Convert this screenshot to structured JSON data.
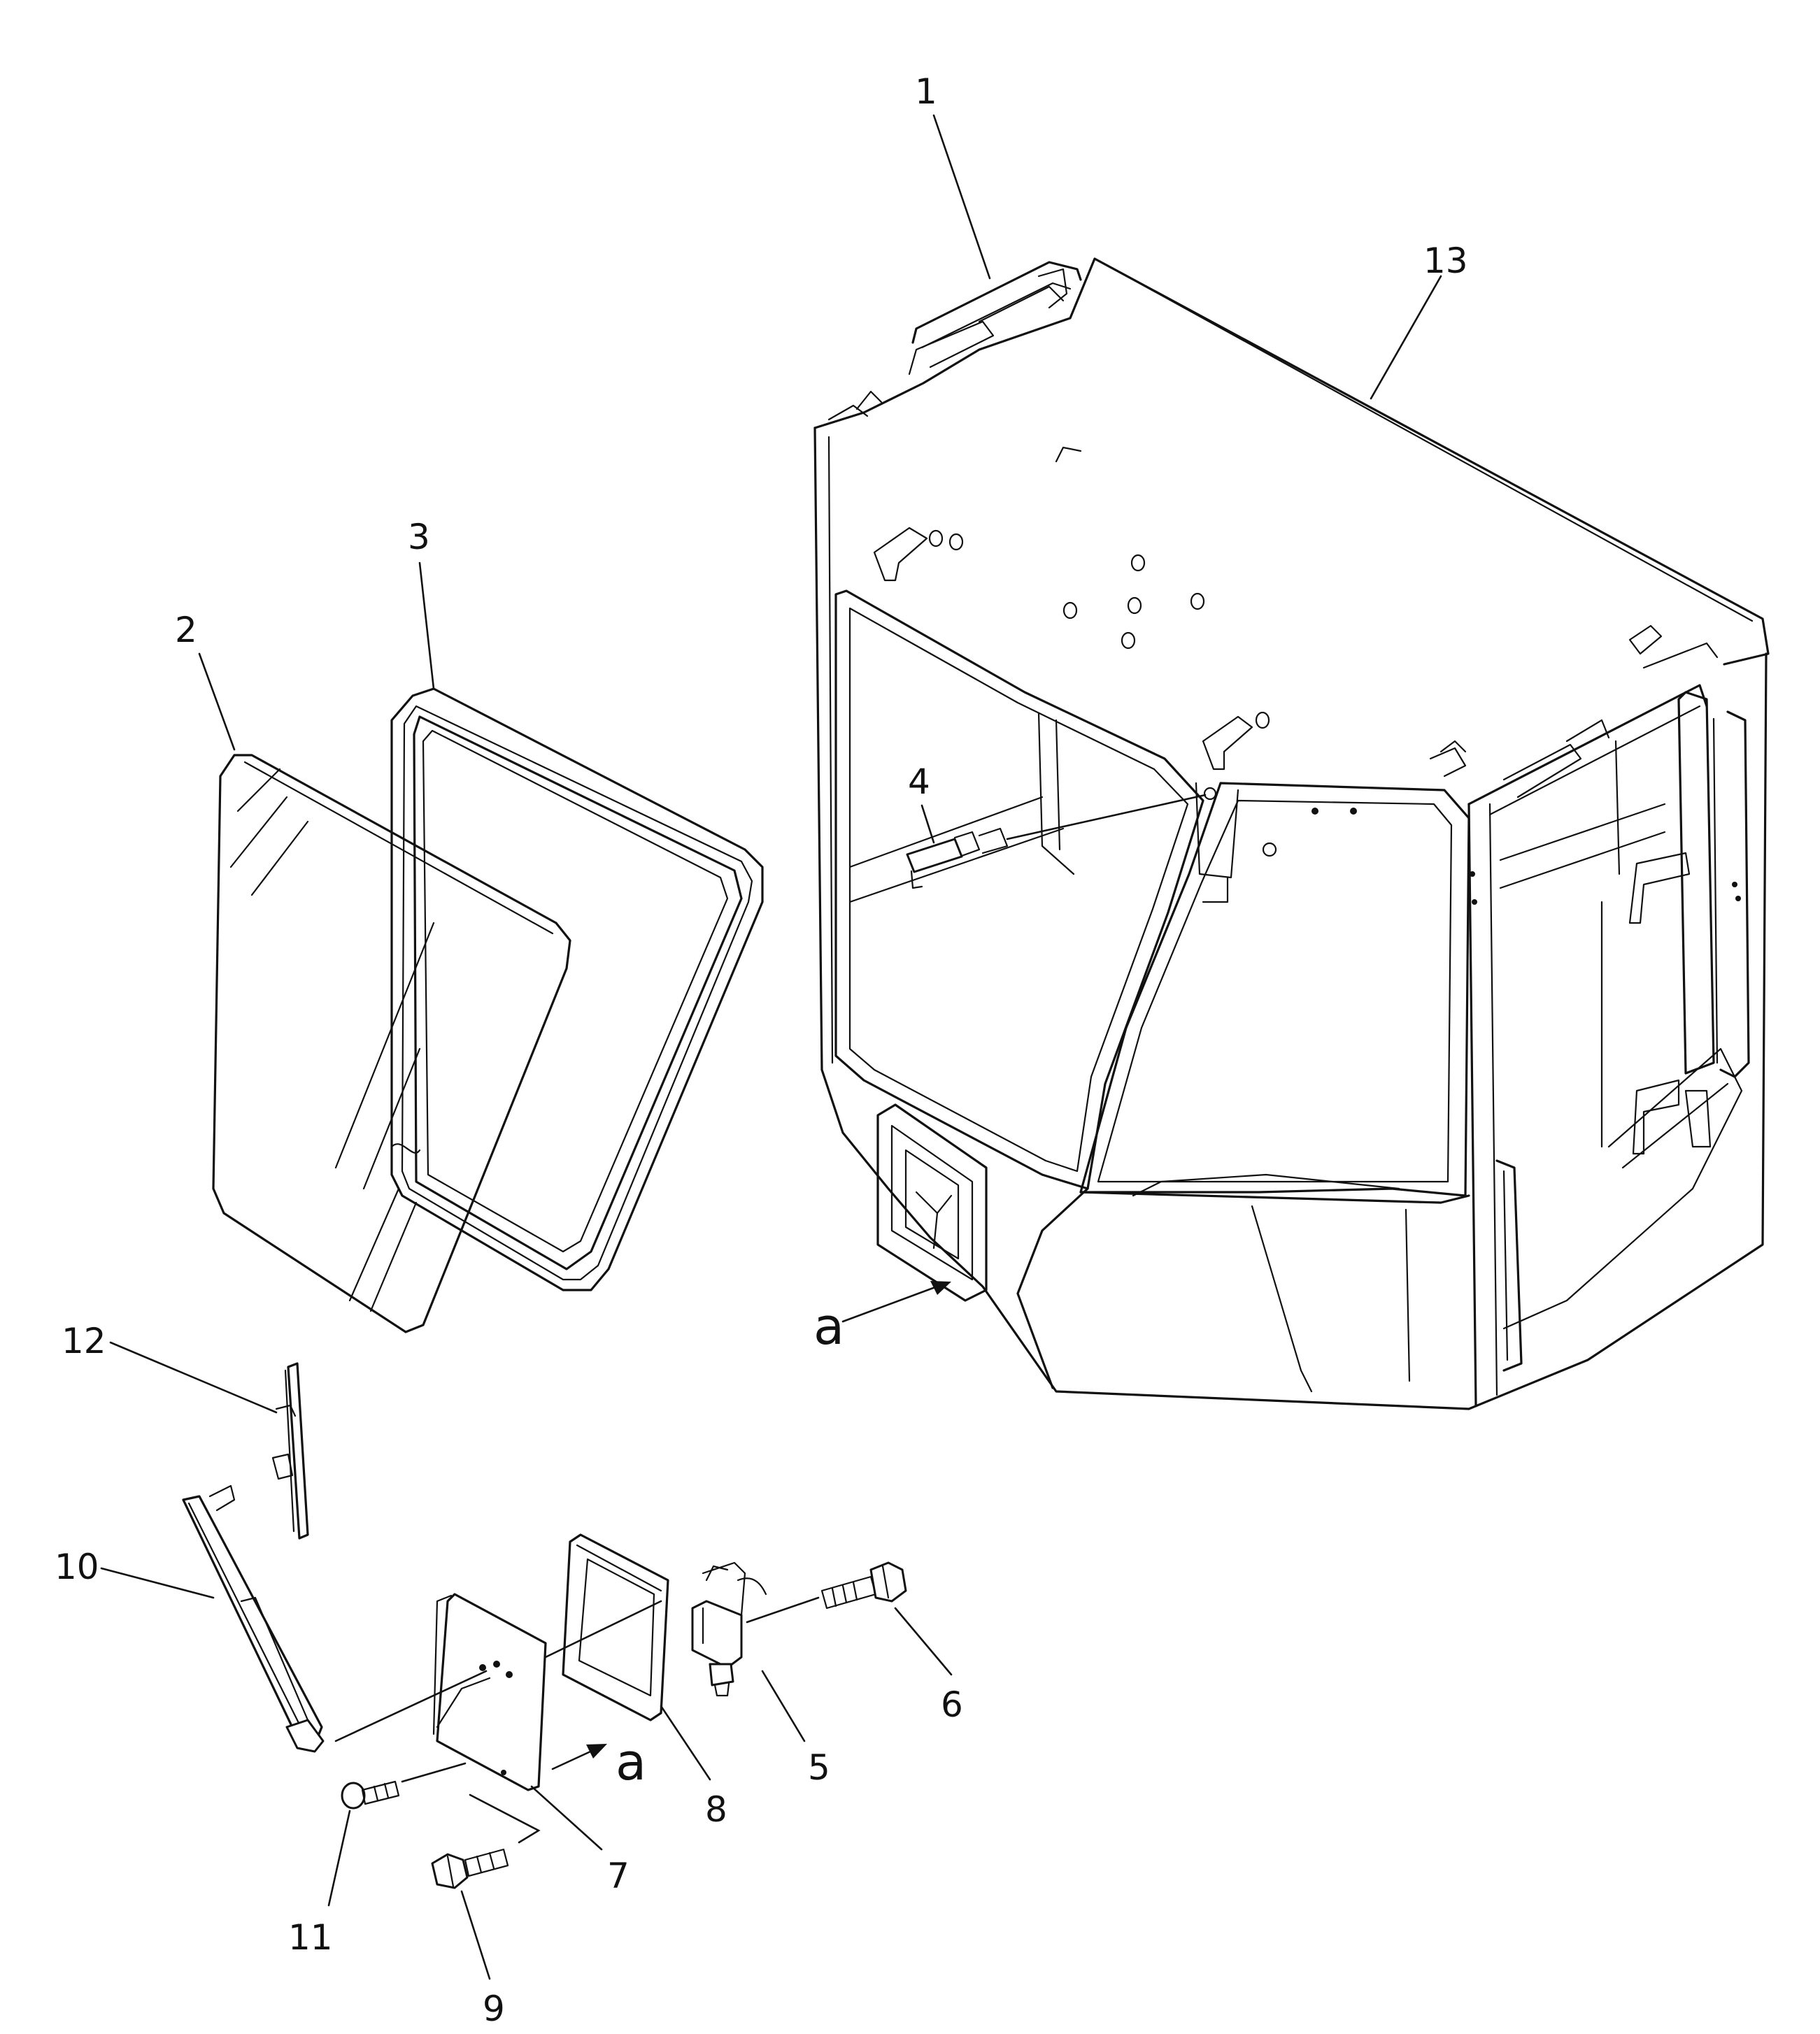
{
  "callouts": [
    {
      "id": "1",
      "label": "1"
    },
    {
      "id": "2",
      "label": "2"
    },
    {
      "id": "3",
      "label": "3"
    },
    {
      "id": "4",
      "label": "4"
    },
    {
      "id": "5",
      "label": "5"
    },
    {
      "id": "6",
      "label": "6"
    },
    {
      "id": "7",
      "label": "7"
    },
    {
      "id": "8",
      "label": "8"
    },
    {
      "id": "9",
      "label": "9"
    },
    {
      "id": "10",
      "label": "10"
    },
    {
      "id": "11",
      "label": "11"
    },
    {
      "id": "12",
      "label": "12"
    },
    {
      "id": "13",
      "label": "13"
    }
  ],
  "reference_marks": [
    {
      "id": "a-cab",
      "label": "a"
    },
    {
      "id": "a-bracket",
      "label": "a"
    }
  ],
  "colors": {
    "line": "#111111",
    "background": "#ffffff"
  }
}
